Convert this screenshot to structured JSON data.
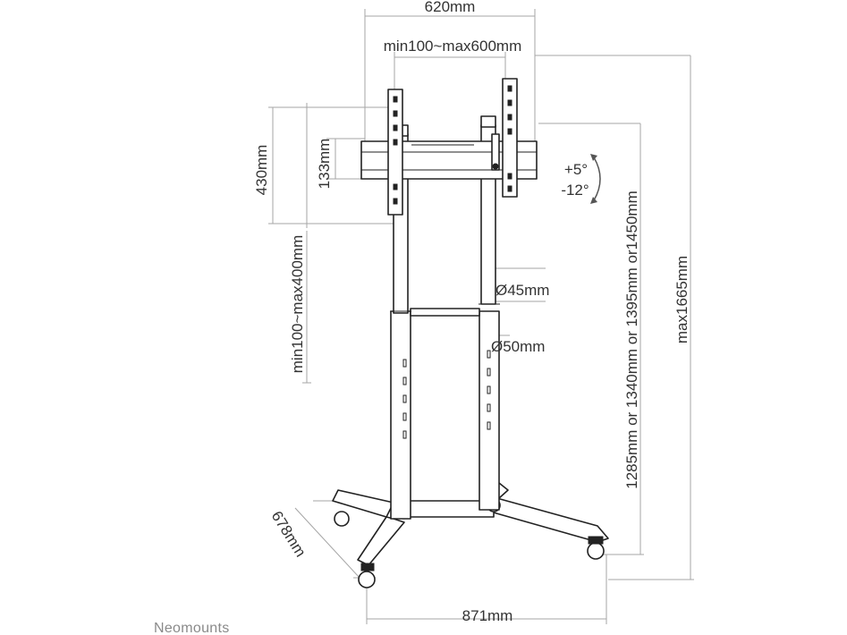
{
  "diagram": {
    "width_label": "620mm",
    "vesa_width_label": "min100~max600mm",
    "height_label": "430mm",
    "bracket_height_label": "133mm",
    "tilt_up_label": "+5°",
    "tilt_down_label": "-12°",
    "vesa_height_label": "min100~max400mm",
    "upper_pole_label": "Ø45mm",
    "lower_pole_label": "Ø50mm",
    "mount_height_label": "1285mm or 1340mm or 1395mm or1450mm",
    "max_height_label": "max1665mm",
    "depth_label": "678mm",
    "base_width_label": "871mm",
    "brand": "Neomounts"
  }
}
